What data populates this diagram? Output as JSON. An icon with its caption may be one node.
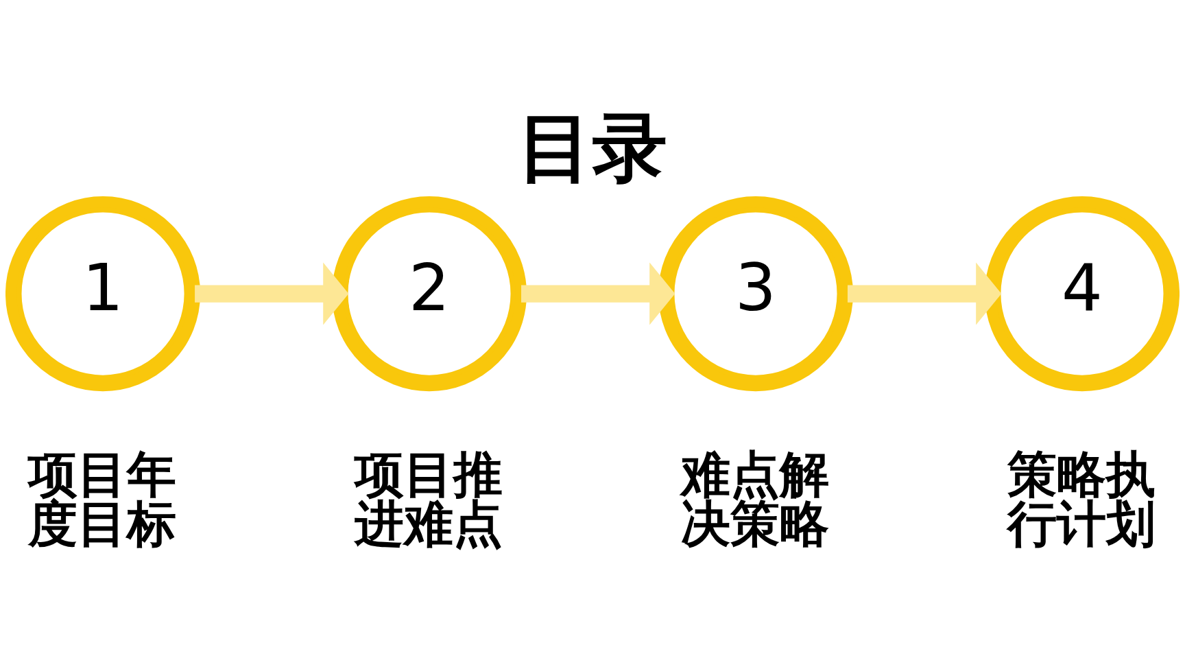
{
  "diagram": {
    "title": "目录",
    "nodes": [
      {
        "text": [
          "1"
        ],
        "beside": [
          "项目年度目标"
        ]
      },
      {
        "text": [
          "2"
        ],
        "beside": [
          "项目推进难点"
        ]
      },
      {
        "text": [
          "3"
        ],
        "beside": [
          "难点解决策略"
        ]
      },
      {
        "text": [
          "4"
        ],
        "beside": [
          "策略执行计划"
        ]
      }
    ],
    "edges": [
      {
        "from": 0,
        "to": 1,
        "arrow": "to"
      },
      {
        "from": 1,
        "to": 2,
        "arrow": "to"
      },
      {
        "from": 2,
        "to": 3,
        "arrow": "to"
      }
    ]
  }
}
